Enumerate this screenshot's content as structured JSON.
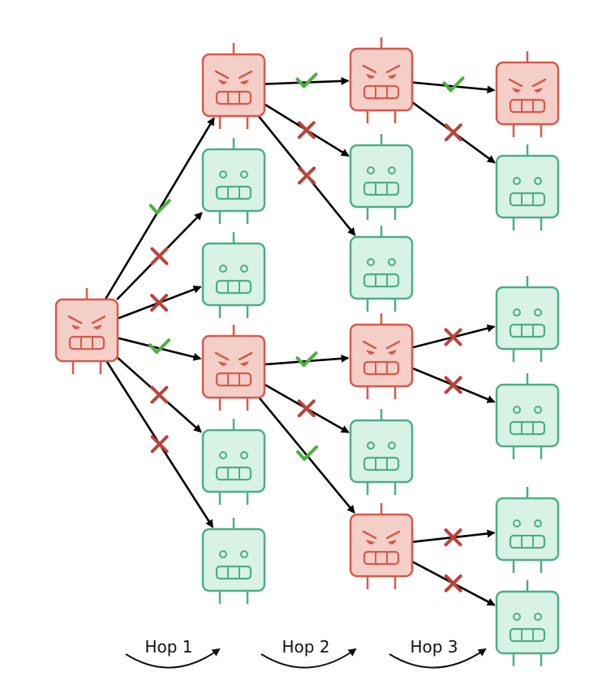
{
  "colors": {
    "malicious_fill": "#f4cfc8",
    "malicious_stroke": "#d9584a",
    "benign_fill": "#d9f2e6",
    "benign_stroke": "#4cae86",
    "arrow": "#000000",
    "check": "#4caf3f",
    "cross": "#b8433a",
    "hop_arc": "#111111"
  },
  "hops": [
    {
      "label": "Hop 1"
    },
    {
      "label": "Hop 2"
    },
    {
      "label": "Hop 3"
    }
  ],
  "nodes": [
    {
      "id": "root",
      "kind": "malicious"
    },
    {
      "id": "h1a",
      "kind": "malicious"
    },
    {
      "id": "h1b",
      "kind": "benign"
    },
    {
      "id": "h1c",
      "kind": "benign"
    },
    {
      "id": "h1d",
      "kind": "malicious"
    },
    {
      "id": "h1e",
      "kind": "benign"
    },
    {
      "id": "h1f",
      "kind": "benign"
    },
    {
      "id": "h2a",
      "kind": "malicious"
    },
    {
      "id": "h2b",
      "kind": "benign"
    },
    {
      "id": "h2c",
      "kind": "benign"
    },
    {
      "id": "h2d",
      "kind": "malicious"
    },
    {
      "id": "h2e",
      "kind": "benign"
    },
    {
      "id": "h2f",
      "kind": "malicious"
    },
    {
      "id": "h3a",
      "kind": "malicious"
    },
    {
      "id": "h3b",
      "kind": "benign"
    },
    {
      "id": "h3c",
      "kind": "benign"
    },
    {
      "id": "h3d",
      "kind": "benign"
    },
    {
      "id": "h3e",
      "kind": "benign"
    },
    {
      "id": "h3f",
      "kind": "benign"
    }
  ],
  "edges": [
    {
      "from": "root",
      "to": "h1a",
      "mark": "check"
    },
    {
      "from": "root",
      "to": "h1b",
      "mark": "cross"
    },
    {
      "from": "root",
      "to": "h1c",
      "mark": "cross"
    },
    {
      "from": "root",
      "to": "h1d",
      "mark": "check"
    },
    {
      "from": "root",
      "to": "h1e",
      "mark": "cross"
    },
    {
      "from": "root",
      "to": "h1f",
      "mark": "cross"
    },
    {
      "from": "h1a",
      "to": "h2a",
      "mark": "check"
    },
    {
      "from": "h1a",
      "to": "h2b",
      "mark": "cross"
    },
    {
      "from": "h1a",
      "to": "h2c",
      "mark": "cross"
    },
    {
      "from": "h1d",
      "to": "h2d",
      "mark": "check"
    },
    {
      "from": "h1d",
      "to": "h2e",
      "mark": "cross"
    },
    {
      "from": "h1d",
      "to": "h2f",
      "mark": "check"
    },
    {
      "from": "h2a",
      "to": "h3a",
      "mark": "check"
    },
    {
      "from": "h2a",
      "to": "h3b",
      "mark": "cross"
    },
    {
      "from": "h2d",
      "to": "h3c",
      "mark": "cross"
    },
    {
      "from": "h2d",
      "to": "h3d",
      "mark": "cross"
    },
    {
      "from": "h2f",
      "to": "h3e",
      "mark": "cross"
    },
    {
      "from": "h2f",
      "to": "h3f",
      "mark": "cross"
    }
  ]
}
